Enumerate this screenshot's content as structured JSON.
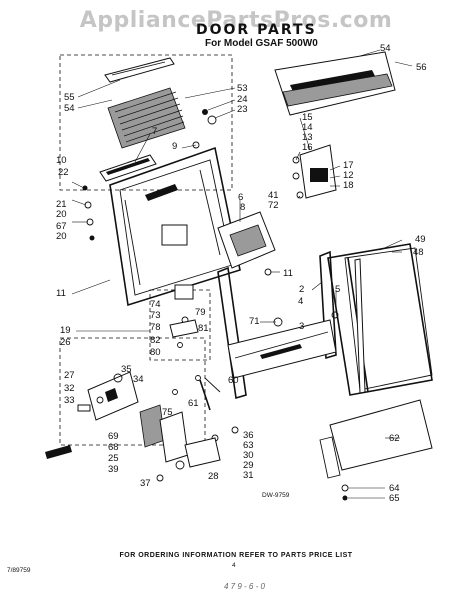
{
  "watermark": "AppliancePartsPros.com",
  "title": "DOOR PARTS",
  "subtitle": "For Model GSAF 500W0",
  "drawing_code": "DW-9759",
  "footer_note": "FOR ORDERING INFORMATION REFER TO PARTS PRICE LIST",
  "page_number": "4",
  "corner_code": "7/89759",
  "handwriting": "4 7 9 - 6 - 0",
  "callouts": [
    {
      "id": "c54a",
      "label": "54"
    },
    {
      "id": "c56",
      "label": "56"
    },
    {
      "id": "c55",
      "label": "55"
    },
    {
      "id": "c54b",
      "label": "54"
    },
    {
      "id": "c53",
      "label": "53"
    },
    {
      "id": "c24",
      "label": "24"
    },
    {
      "id": "c23",
      "label": "23"
    },
    {
      "id": "c7",
      "label": "7"
    },
    {
      "id": "c9",
      "label": "9"
    },
    {
      "id": "c15",
      "label": "15"
    },
    {
      "id": "c14",
      "label": "14"
    },
    {
      "id": "c13",
      "label": "13"
    },
    {
      "id": "c16",
      "label": "16"
    },
    {
      "id": "c17",
      "label": "17"
    },
    {
      "id": "c12",
      "label": "12"
    },
    {
      "id": "c18",
      "label": "18"
    },
    {
      "id": "c41",
      "label": "41"
    },
    {
      "id": "c72",
      "label": "72"
    },
    {
      "id": "c10",
      "label": "10"
    },
    {
      "id": "c22",
      "label": "22"
    },
    {
      "id": "c21",
      "label": "21"
    },
    {
      "id": "c20a",
      "label": "20"
    },
    {
      "id": "c67",
      "label": "67"
    },
    {
      "id": "c20b",
      "label": "20"
    },
    {
      "id": "c6",
      "label": "6"
    },
    {
      "id": "c8",
      "label": "8"
    },
    {
      "id": "c11a",
      "label": "11"
    },
    {
      "id": "c11b",
      "label": "11"
    },
    {
      "id": "c49",
      "label": "49"
    },
    {
      "id": "c48",
      "label": "48"
    },
    {
      "id": "c2",
      "label": "2"
    },
    {
      "id": "c5",
      "label": "5"
    },
    {
      "id": "c4",
      "label": "4"
    },
    {
      "id": "c3",
      "label": "3"
    },
    {
      "id": "c71",
      "label": "71"
    },
    {
      "id": "c74",
      "label": "74"
    },
    {
      "id": "c73",
      "label": "73"
    },
    {
      "id": "c78",
      "label": "78"
    },
    {
      "id": "c79",
      "label": "79"
    },
    {
      "id": "c81",
      "label": "81"
    },
    {
      "id": "c82",
      "label": "82"
    },
    {
      "id": "c80",
      "label": "80"
    },
    {
      "id": "c19",
      "label": "19"
    },
    {
      "id": "c26",
      "label": "26"
    },
    {
      "id": "c27",
      "label": "27"
    },
    {
      "id": "c35",
      "label": "35"
    },
    {
      "id": "c34",
      "label": "34"
    },
    {
      "id": "c32",
      "label": "32"
    },
    {
      "id": "c33",
      "label": "33"
    },
    {
      "id": "c60",
      "label": "60"
    },
    {
      "id": "c61",
      "label": "61"
    },
    {
      "id": "c75",
      "label": "75"
    },
    {
      "id": "c69",
      "label": "69"
    },
    {
      "id": "c68",
      "label": "68"
    },
    {
      "id": "c25",
      "label": "25"
    },
    {
      "id": "c39",
      "label": "39"
    },
    {
      "id": "c36",
      "label": "36"
    },
    {
      "id": "c63",
      "label": "63"
    },
    {
      "id": "c30",
      "label": "30"
    },
    {
      "id": "c29",
      "label": "29"
    },
    {
      "id": "c31",
      "label": "31"
    },
    {
      "id": "c37",
      "label": "37"
    },
    {
      "id": "c28",
      "label": "28"
    },
    {
      "id": "c62",
      "label": "62"
    },
    {
      "id": "c64",
      "label": "64"
    },
    {
      "id": "c65",
      "label": "65"
    }
  ]
}
